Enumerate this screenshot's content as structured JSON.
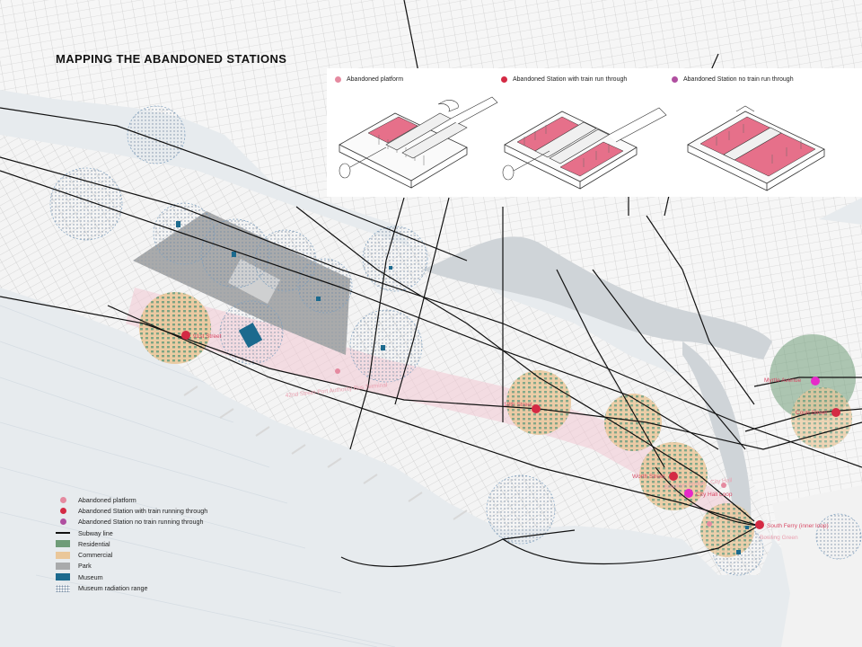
{
  "title": "MAPPING THE ABANDONED STATIONS",
  "colors": {
    "abandoned_platform": "#e58aa0",
    "station_train_through": "#d42a44",
    "station_no_train": "#b04fa0",
    "station_no_train_marker": "#e629c9",
    "residential": "#6f9c78",
    "commercial": "#eac79a",
    "park": "#a9aaab",
    "museum": "#1c6a8e",
    "water": "#e6eaed",
    "subway_line": "#111111",
    "platform_fill": "#e6708a"
  },
  "typology": [
    {
      "label": "Abandoned platform",
      "color": "#e58aa0",
      "icon": "abandoned-platform-diagram"
    },
    {
      "label": "Abandoned Station with train run through",
      "color": "#d42a44",
      "icon": "station-train-through-diagram"
    },
    {
      "label": "Abandoned Station no train run through",
      "color": "#b04fa0",
      "icon": "station-no-train-diagram"
    }
  ],
  "legend": [
    {
      "label": "Abandoned platform",
      "kind": "dot",
      "color": "#e58aa0"
    },
    {
      "label": "Abandoned Station with train running through",
      "kind": "dot",
      "color": "#d42a44"
    },
    {
      "label": "Abandoned Station no train running through",
      "kind": "dot",
      "color": "#b04fa0"
    },
    {
      "label": "Subway line",
      "kind": "line",
      "color": "#111111"
    },
    {
      "label": "Residential",
      "kind": "swatch",
      "color": "#6f9c78"
    },
    {
      "label": "Commercial",
      "kind": "swatch",
      "color": "#eac79a"
    },
    {
      "label": "Park",
      "kind": "swatch",
      "color": "#a9aaab"
    },
    {
      "label": "Museum",
      "kind": "swatch",
      "color": "#1c6a8e"
    },
    {
      "label": "Museum radiation range",
      "kind": "hatch",
      "color": "#7b8fa6"
    }
  ],
  "stations": [
    {
      "label": "91st Street",
      "kind": "train"
    },
    {
      "label": "18th Street",
      "kind": "train"
    },
    {
      "label": "Worth Street",
      "kind": "train"
    },
    {
      "label": "South Ferry (inner loop)",
      "kind": "train"
    },
    {
      "label": "Court Street",
      "kind": "train"
    },
    {
      "label": "City Hall Loop",
      "kind": "no_train"
    },
    {
      "label": "Myrtle Avenue",
      "kind": "no_train"
    }
  ],
  "platform_labels": [
    "42nd Street-Port Authority Bus Terminal",
    "Brooklyn Bridge - City Hall",
    "Bowling Green"
  ]
}
